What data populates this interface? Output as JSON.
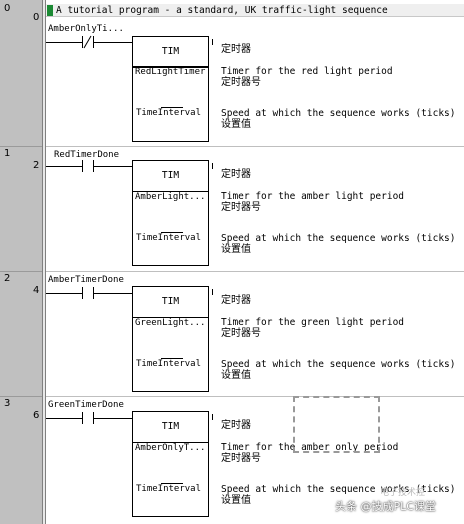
{
  "rung_comment": "A tutorial program - a standard, UK traffic-light sequence",
  "rungs": [
    {
      "index": "0",
      "step": "0",
      "contact": "AmberOnlyTi...",
      "contact_type": "nc",
      "block": "TIM",
      "operand1": "RedLightTimer",
      "operand2": "TimeInterval",
      "label": "定时器",
      "desc1": "Timer for the red light period",
      "desc1_cn": "定时器号",
      "desc2": "Speed at which the sequence works (ticks)",
      "desc2_cn": "设置值"
    },
    {
      "index": "1",
      "step": "2",
      "contact": "RedTimerDone",
      "contact_type": "no",
      "block": "TIM",
      "operand1": "AmberLight...",
      "operand2": "TimeInterval",
      "label": "定时器",
      "desc1": "Timer for the amber light period",
      "desc1_cn": "定时器号",
      "desc2": "Speed at which the sequence works (ticks)",
      "desc2_cn": "设置值"
    },
    {
      "index": "2",
      "step": "4",
      "contact": "AmberTimerDone",
      "contact_type": "no",
      "block": "TIM",
      "operand1": "GreenLight...",
      "operand2": "TimeInterval",
      "label": "定时器",
      "desc1": "Timer for the green light period",
      "desc1_cn": "定时器号",
      "desc2": "Speed at which the sequence works (ticks)",
      "desc2_cn": "设置值"
    },
    {
      "index": "3",
      "step": "6",
      "contact": "GreenTimerDone",
      "contact_type": "no",
      "block": "TIM",
      "operand1": "AmberOnlyT...",
      "operand2": "TimeInterval",
      "label": "定时器",
      "desc1": "Timer for the amber only period",
      "desc1_cn": "定时器号",
      "desc2": "Speed at which the sequence works (ticks)",
      "desc2_cn": "设置值"
    }
  ],
  "watermark": "头条 @技成PLC课堂",
  "watermark_faint": "电子技术控",
  "colors": {
    "gutter": "#c0c0c0",
    "comment_marker": "#1c8a34"
  }
}
